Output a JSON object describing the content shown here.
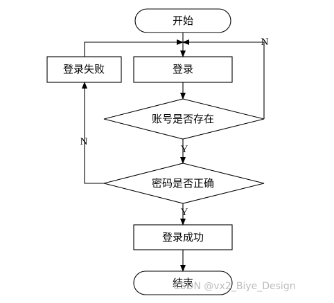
{
  "diagram": {
    "nodes": {
      "start": "开始",
      "login": "登录",
      "login_failed": "登录失败",
      "account_exists": "账号是否存在",
      "password_correct": "密码是否正确",
      "login_success": "登录成功",
      "end": "结束"
    },
    "edges": {
      "account_yes": "Y",
      "account_no": "N",
      "password_yes": "Y",
      "password_no": "N"
    }
  },
  "watermark": "CSDN @vx2_Biye_Design"
}
